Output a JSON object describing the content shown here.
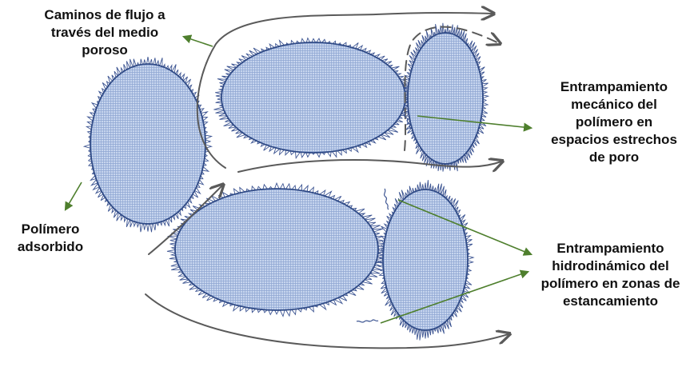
{
  "labels": {
    "flow_paths": [
      "Caminos de flujo a",
      "través del medio",
      "poroso"
    ],
    "adsorbed_polymer": [
      "Polímero",
      "adsorbido"
    ],
    "mechanical_entrapment": [
      "Entrampamiento",
      "mecánico del",
      "polímero en",
      "espacios estrechos",
      "de poro"
    ],
    "hydrodynamic_entrapment": [
      "Entrampamiento",
      "hidrodinámico del",
      "polímero en zonas de",
      "estancamiento"
    ]
  },
  "colors": {
    "grain_fill": "#c5d3ec",
    "grain_outline": "#2f4a86",
    "polymer_strand": "#3d5592",
    "flow_arrow": "#5a5a5a",
    "pointer_arrow": "#4e7f2d"
  }
}
